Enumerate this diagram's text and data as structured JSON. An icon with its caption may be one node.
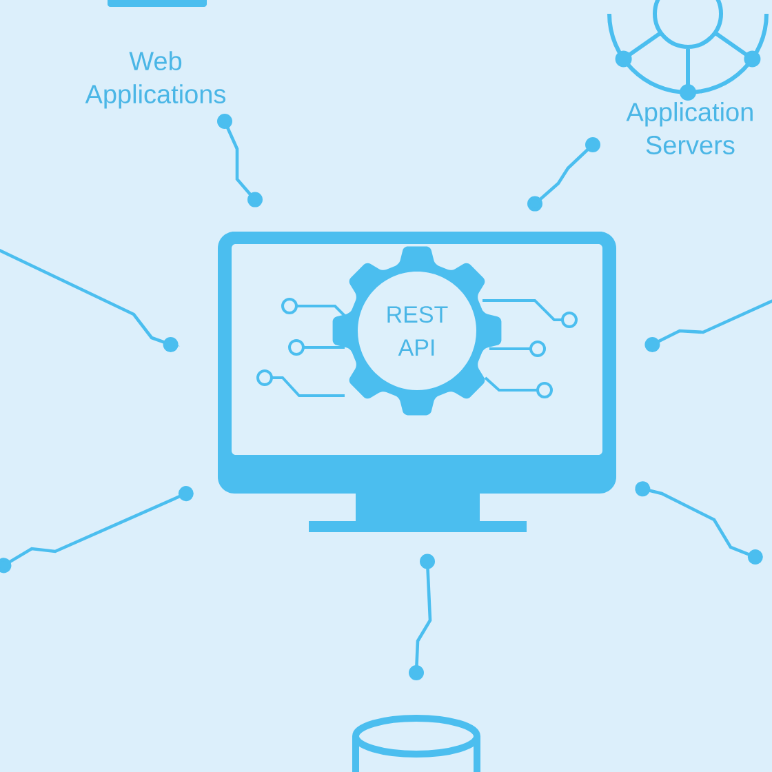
{
  "diagram": {
    "nodes": [
      {
        "text": [],
        "shape": "box"
      },
      {
        "text": [
          "REST API"
        ],
        "in": 0
      },
      {
        "text": [
          "Web Applications"
        ]
      },
      {
        "text": [
          "Application Servers"
        ]
      },
      {
        "text": [],
        "shape": "cylinder"
      }
    ],
    "edges": [
      {
        "from": 0,
        "to": 2,
        "arrow": "other"
      },
      {
        "from": 0,
        "to": 3,
        "arrow": "other"
      },
      {
        "from": 0,
        "to": 4,
        "arrow": "other"
      },
      {
        "from": 0,
        "to": null,
        "arrow": "other"
      },
      {
        "from": 0,
        "to": null,
        "arrow": "other"
      },
      {
        "from": 0,
        "to": null,
        "arrow": "other"
      },
      {
        "from": 0,
        "to": null,
        "arrow": "other"
      }
    ]
  }
}
